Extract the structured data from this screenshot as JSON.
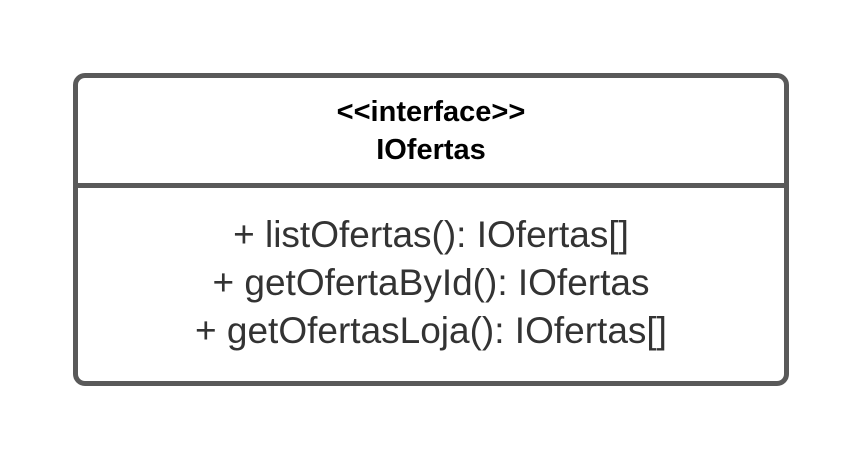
{
  "class_box": {
    "stereotype": "<<interface>>",
    "name": "IOfertas",
    "methods": [
      "+ listOfertas(): IOfertas[]",
      "+ getOfertaById(): IOfertas",
      "+ getOfertasLoja(): IOfertas[]"
    ]
  }
}
